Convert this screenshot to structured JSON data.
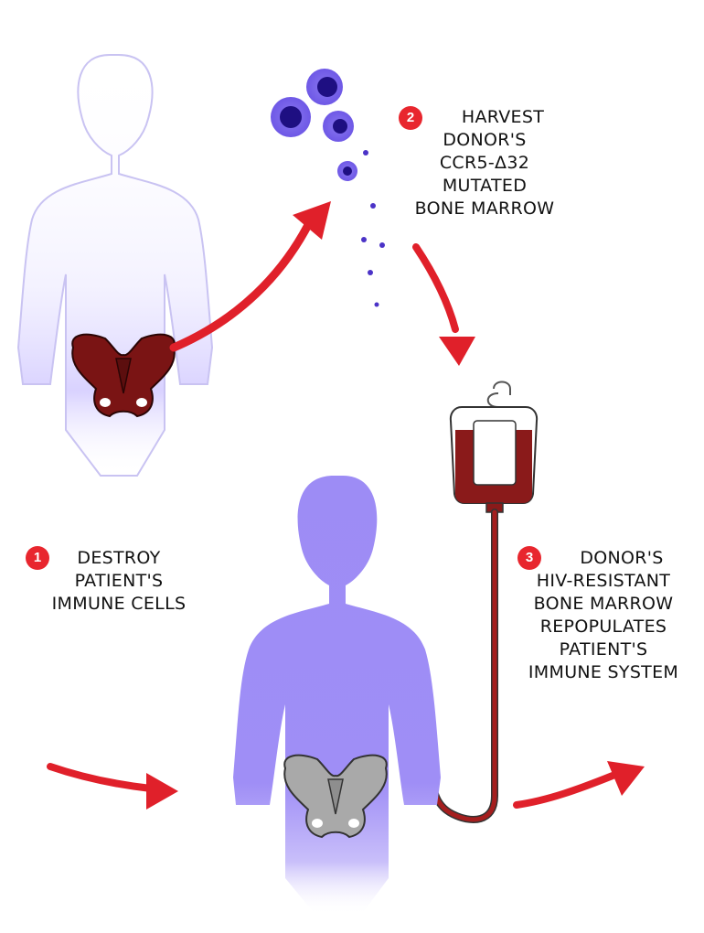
{
  "steps": [
    {
      "number": "1",
      "lines": [
        "DESTROY",
        "PATIENT'S",
        "IMMUNE CELLS"
      ]
    },
    {
      "number": "2",
      "lines": [
        "HARVEST",
        "DONOR'S",
        "CCR5-Δ32",
        "MUTATED",
        "BONE MARROW"
      ]
    },
    {
      "number": "3",
      "lines": [
        "DONOR'S",
        "HIV-RESISTANT",
        "BONE MARROW",
        "REPOPULATES",
        "PATIENT'S",
        "IMMUNE SYSTEM"
      ]
    }
  ],
  "colors": {
    "arrow": "#e0202a",
    "donor_body_outline": "#c9c3f2",
    "donor_body_fill": "#ece9ff",
    "patient_body": "#9d8cf5",
    "donor_pelvis": "#7a1414",
    "patient_pelvis": "#a9a9a9",
    "cells": "#4b33c7",
    "blood_bag": "#8a1a1a"
  }
}
